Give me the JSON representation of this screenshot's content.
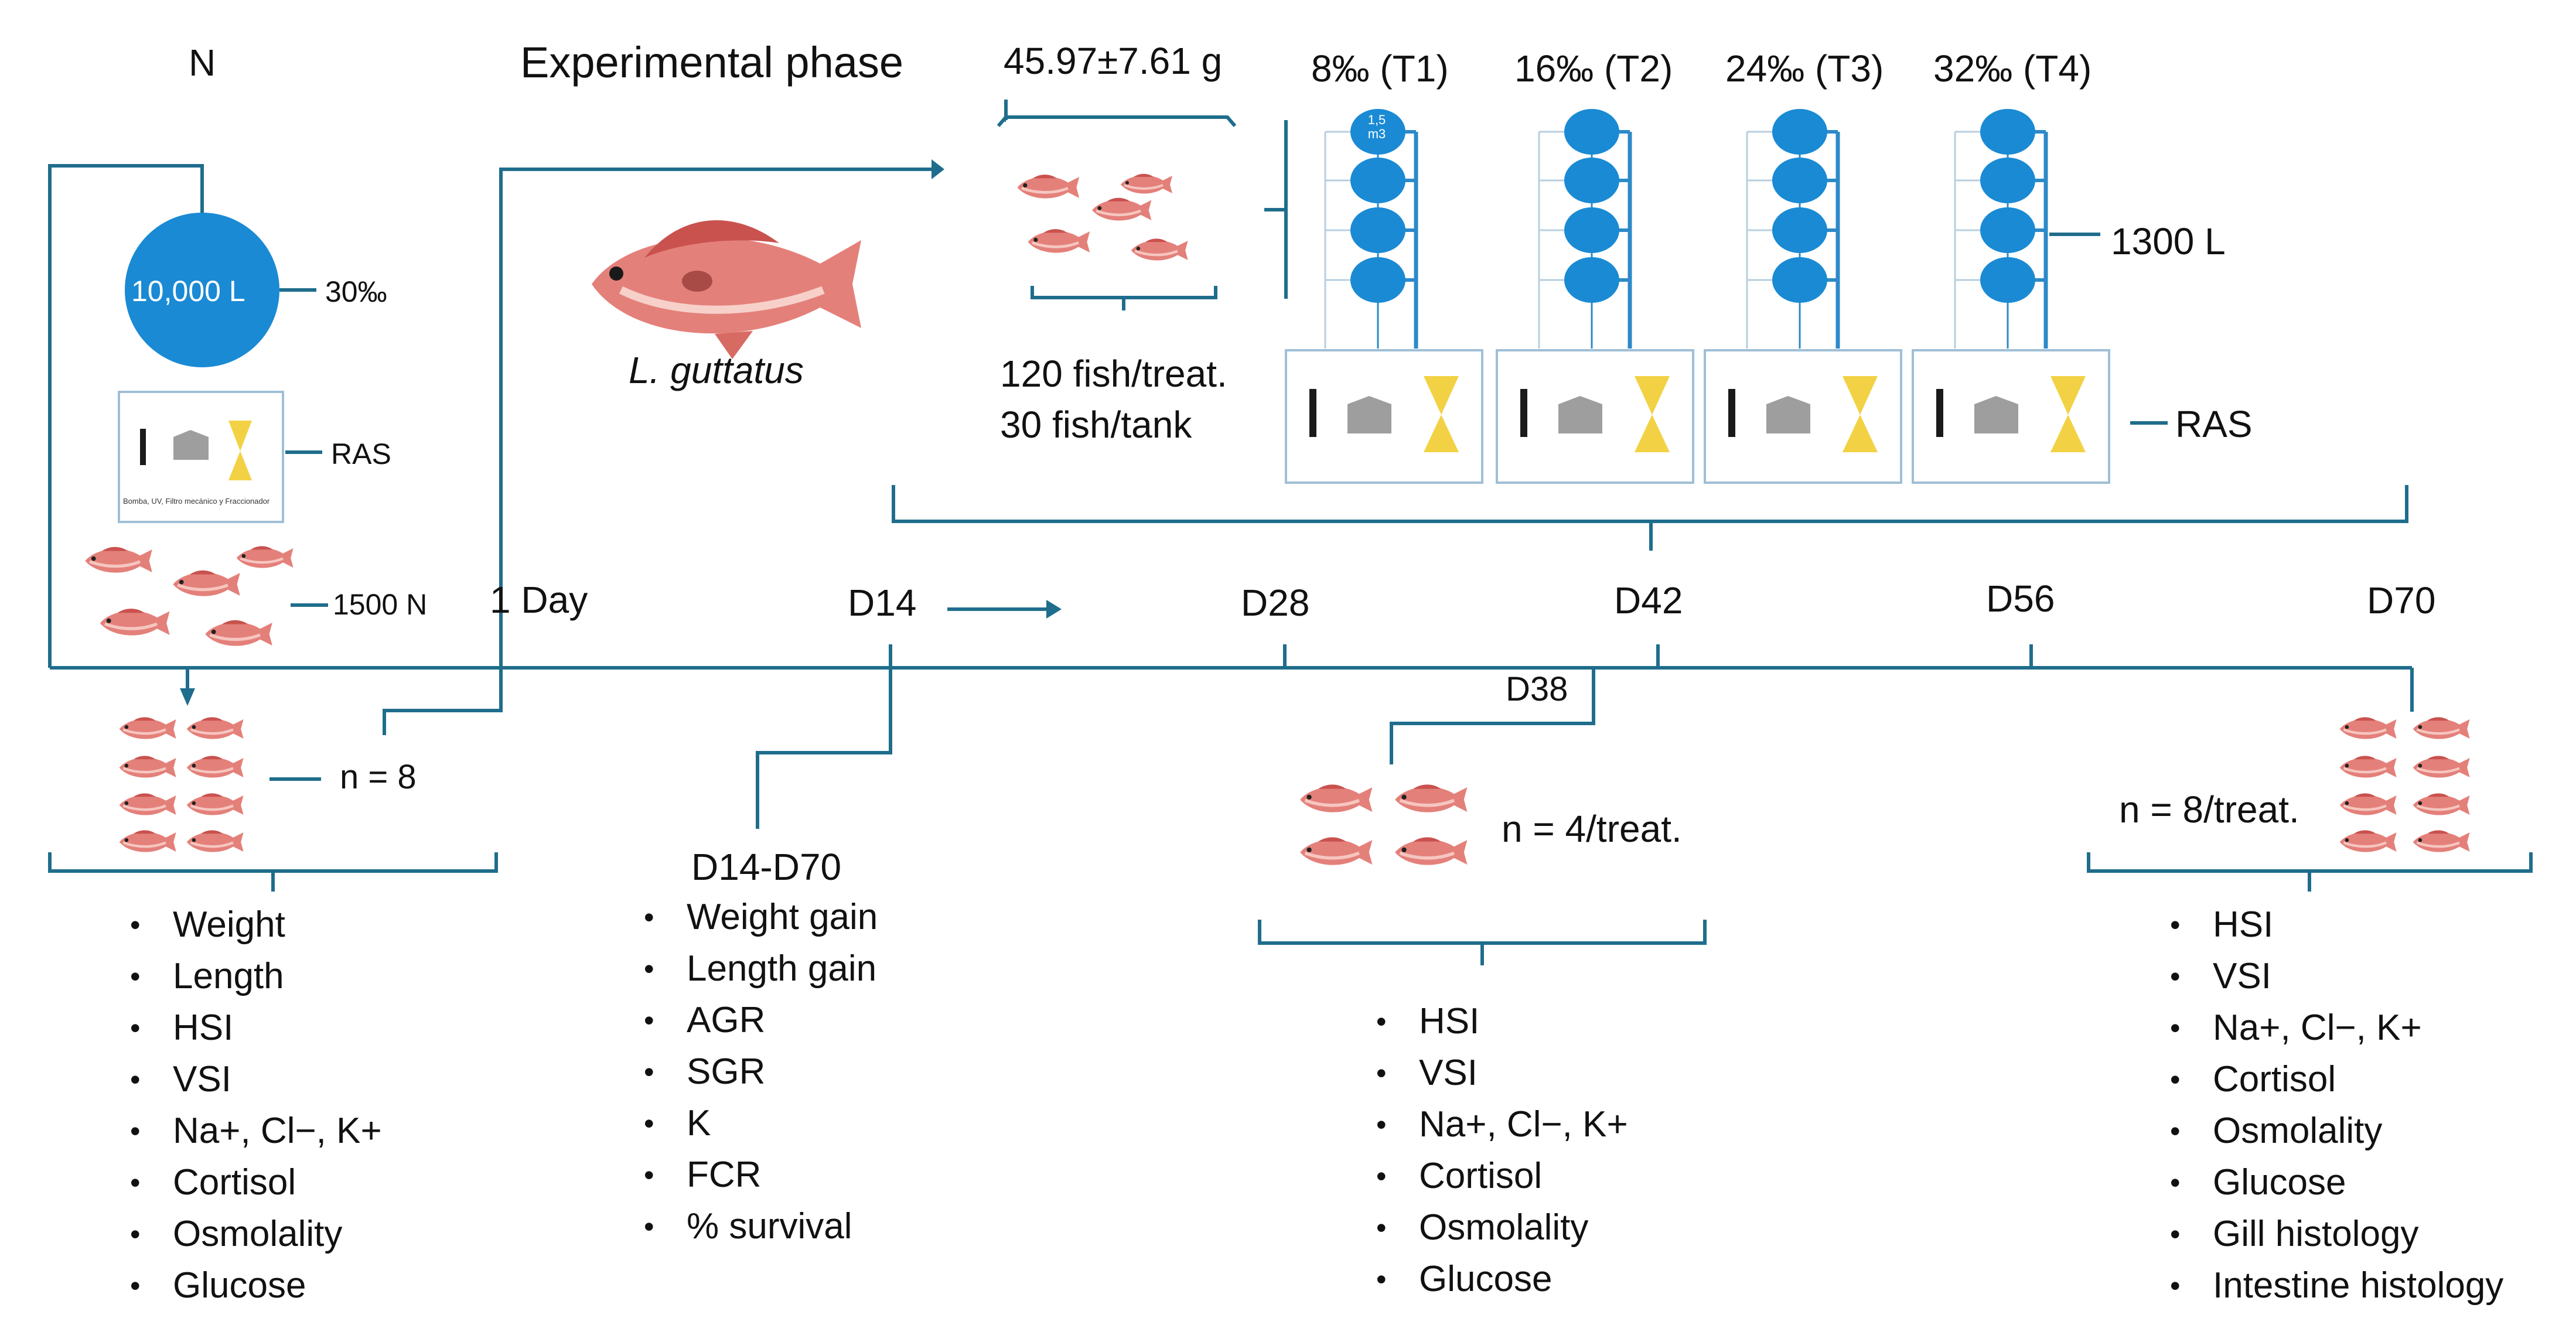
{
  "colors": {
    "line": "#1f6d8c",
    "tank": "#1a8ad4",
    "ras_box": "#9fbfd6",
    "hourglass": "#f2d244",
    "fish": "#e4807a"
  },
  "icons": [
    "fish-icon",
    "tank-icon",
    "uv-lamp-icon",
    "filter-icon",
    "hourglass-icon"
  ],
  "acclimation": {
    "header": "N",
    "tank_volume": "10,000 L",
    "salinity": "30‰",
    "ras_label": "RAS",
    "ras_caption": "Bomba, UV, Filtro mecánico y Fraccionador",
    "fish_count": "1500 N",
    "sample_n": "n = 8",
    "measures": [
      "Weight",
      "Length",
      "HSI",
      "VSI",
      "Na+, Cl−, K+",
      "Cortisol",
      "Osmolality",
      "Glucose"
    ]
  },
  "experimental": {
    "title": "Experimental phase",
    "species": "L. guttatus",
    "initial_weight": "45.97±7.61 g",
    "fish_per_treatment": "120 fish/treat.",
    "fish_per_tank": "30 fish/tank",
    "tank_small_label": "1,5 m3",
    "tank_volume": "1300 L",
    "ras_label": "RAS",
    "treatments": [
      "8‰ (T1)",
      "16‰ (T2)",
      "24‰ (T3)",
      "32‰ (T4)"
    ]
  },
  "timeline": {
    "days": [
      "1 Day",
      "D14",
      "D28",
      "D42",
      "D56",
      "D70"
    ],
    "sub_day": "D38"
  },
  "growth_block": {
    "title": "D14-D70",
    "measures": [
      "Weight gain",
      "Length gain",
      "AGR",
      "SGR",
      "K",
      "FCR",
      "% survival"
    ]
  },
  "d38_sampling": {
    "n_label": "n = 4/treat.",
    "measures": [
      "HSI",
      "VSI",
      "Na+, Cl−, K+",
      "Cortisol",
      "Osmolality",
      "Glucose"
    ]
  },
  "d70_sampling": {
    "n_label": "n = 8/treat.",
    "measures": [
      "HSI",
      "VSI",
      "Na+, Cl−, K+",
      "Cortisol",
      "Osmolality",
      "Glucose",
      "Gill histology",
      "Intestine histology"
    ]
  }
}
